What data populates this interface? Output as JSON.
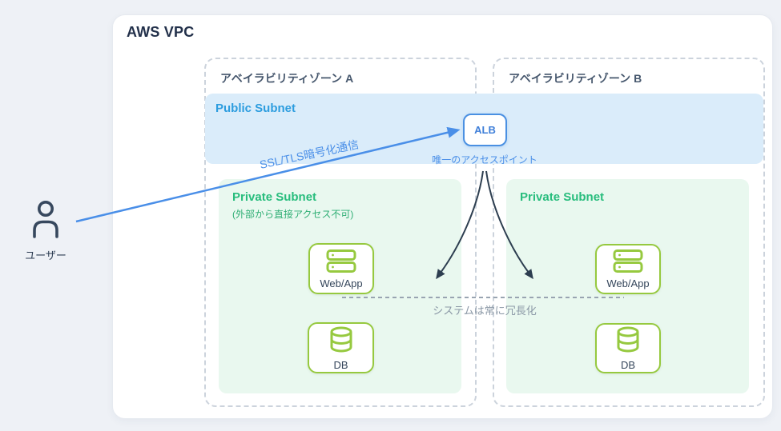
{
  "diagram": {
    "title": "AWS VPC",
    "user_label": "ユーザー",
    "zone_a_label": "アベイラビリティゾーン A",
    "zone_b_label": "アベイラビリティゾーン B",
    "public_subnet_label": "Public Subnet",
    "alb_label": "ALB",
    "alb_caption": "唯一のアクセスポイント",
    "ssl_arrow_label": "SSL/TLS暗号化通信",
    "redundancy_label": "システムは常に冗長化",
    "private_subnet_a": {
      "label": "Private Subnet",
      "note": "(外部から直接アクセス不可)"
    },
    "private_subnet_b": {
      "label": "Private Subnet"
    },
    "servers": {
      "web_app": "Web/App",
      "db": "DB"
    }
  },
  "colors": {
    "page_bg": "#eef1f6",
    "accent_blue": "#4a8fe8",
    "public_subnet_bg": "#daecfa",
    "public_label_blue": "#2d9ddf",
    "private_subnet_bg": "#e9f8ef",
    "private_label_green": "#28bd7d",
    "icon_green": "#96c93f",
    "navy": "#2c3c52",
    "gray_text": "#8b98a6"
  }
}
